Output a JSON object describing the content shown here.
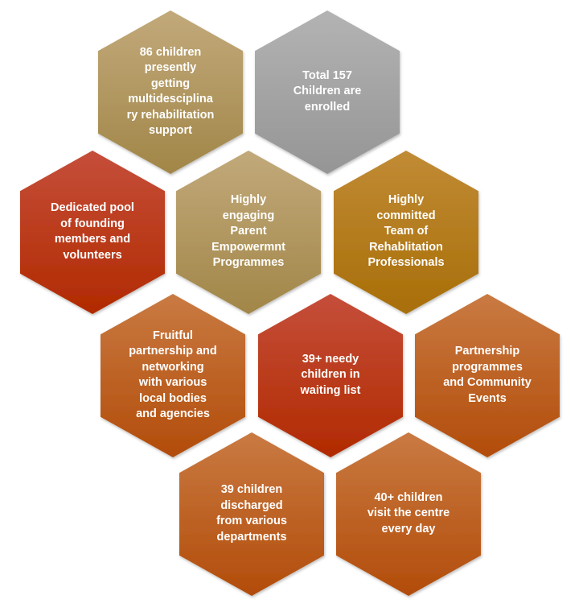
{
  "colors": {
    "tan_top": "#c2a97a",
    "tan_bottom": "#a18648",
    "gray_top": "#b3b3b3",
    "gray_bottom": "#959595",
    "gold_top": "#c18b35",
    "gold_bottom": "#a86e08",
    "red_top": "#c54e3a",
    "red_bottom": "#b12a00",
    "orange_top": "#c97a42",
    "orange_bottom": "#b24c0a",
    "text": "#ffffff"
  },
  "hexagons": [
    {
      "text": "86 children presently getting multidesciplinary rehabilitation support",
      "fill": "tan",
      "icon": "hexagon-shape"
    },
    {
      "text": "Total 157 Children are enrolled",
      "fill": "gray",
      "icon": "hexagon-shape"
    },
    {
      "text": "Dedicated pool of founding members and volunteers",
      "fill": "red",
      "icon": "hexagon-shape"
    },
    {
      "text": "Highly engaging Parent Empowermnt Programmes",
      "fill": "tan",
      "icon": "hexagon-shape"
    },
    {
      "text": "Highly committed Team of Rehablitation Professionals",
      "fill": "gold",
      "icon": "hexagon-shape"
    },
    {
      "text": "Fruitful partnership and networking with various local bodies and agencies",
      "fill": "orange",
      "icon": "hexagon-shape"
    },
    {
      "text": "39+ needy children in waiting list",
      "fill": "red",
      "icon": "hexagon-shape"
    },
    {
      "text": "Partnership programmes and Community Events",
      "fill": "orange",
      "icon": "hexagon-shape"
    },
    {
      "text": "39 children discharged from various departments",
      "fill": "orange",
      "icon": "hexagon-shape"
    },
    {
      "text": "40+ children visit the centre every day",
      "fill": "orange",
      "icon": "hexagon-shape"
    }
  ]
}
